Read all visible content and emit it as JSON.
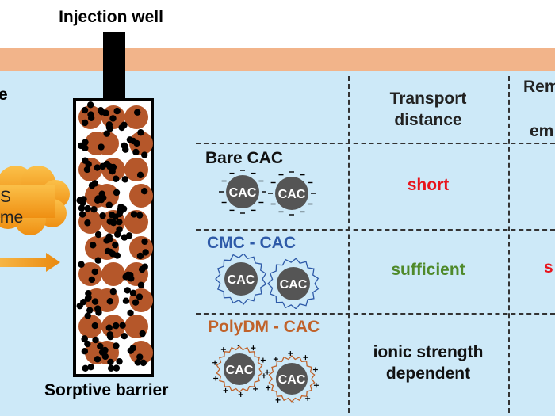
{
  "colors": {
    "soil": "#f2b48a",
    "groundwater": "#cde9f8",
    "barrier_particle": "#b5572a",
    "cac_particle": "#555555",
    "plume": "#f6a623",
    "bare_title": "#111111",
    "cmc_title": "#2e5aa8",
    "polydm_title": "#c0622a",
    "short": "#e8141c",
    "sufficient": "#4f8a2b",
    "dependent": "#111111"
  },
  "labels": {
    "injection_well": "Injection well",
    "sorptive_barrier": "Sorptive barrier",
    "plume_line1": "S",
    "plume_line2": "me",
    "left_edge": "e"
  },
  "table": {
    "header_transport_line1": "Transport",
    "header_transport_line2": "distance",
    "header_right_line1": "Rem",
    "header_right_line2": "em",
    "rows": [
      {
        "title": "Bare CAC",
        "particle_label": "CAC",
        "transport": "short",
        "right": ""
      },
      {
        "title": "CMC - CAC",
        "particle_label": "CAC",
        "transport": "sufficient",
        "right": "s"
      },
      {
        "title": "PolyDM - CAC",
        "particle_label": "CAC",
        "transport_line1": "ionic strength",
        "transport_line2": "dependent",
        "right": ""
      }
    ]
  },
  "icons": {
    "plume": "cloud-icon",
    "flow": "arrow-right-icon",
    "coating_cmc": "polymer-coating-icon",
    "coating_polydm": "positive-charge-coating-icon",
    "bare_charge": "negative-charge-icon"
  }
}
